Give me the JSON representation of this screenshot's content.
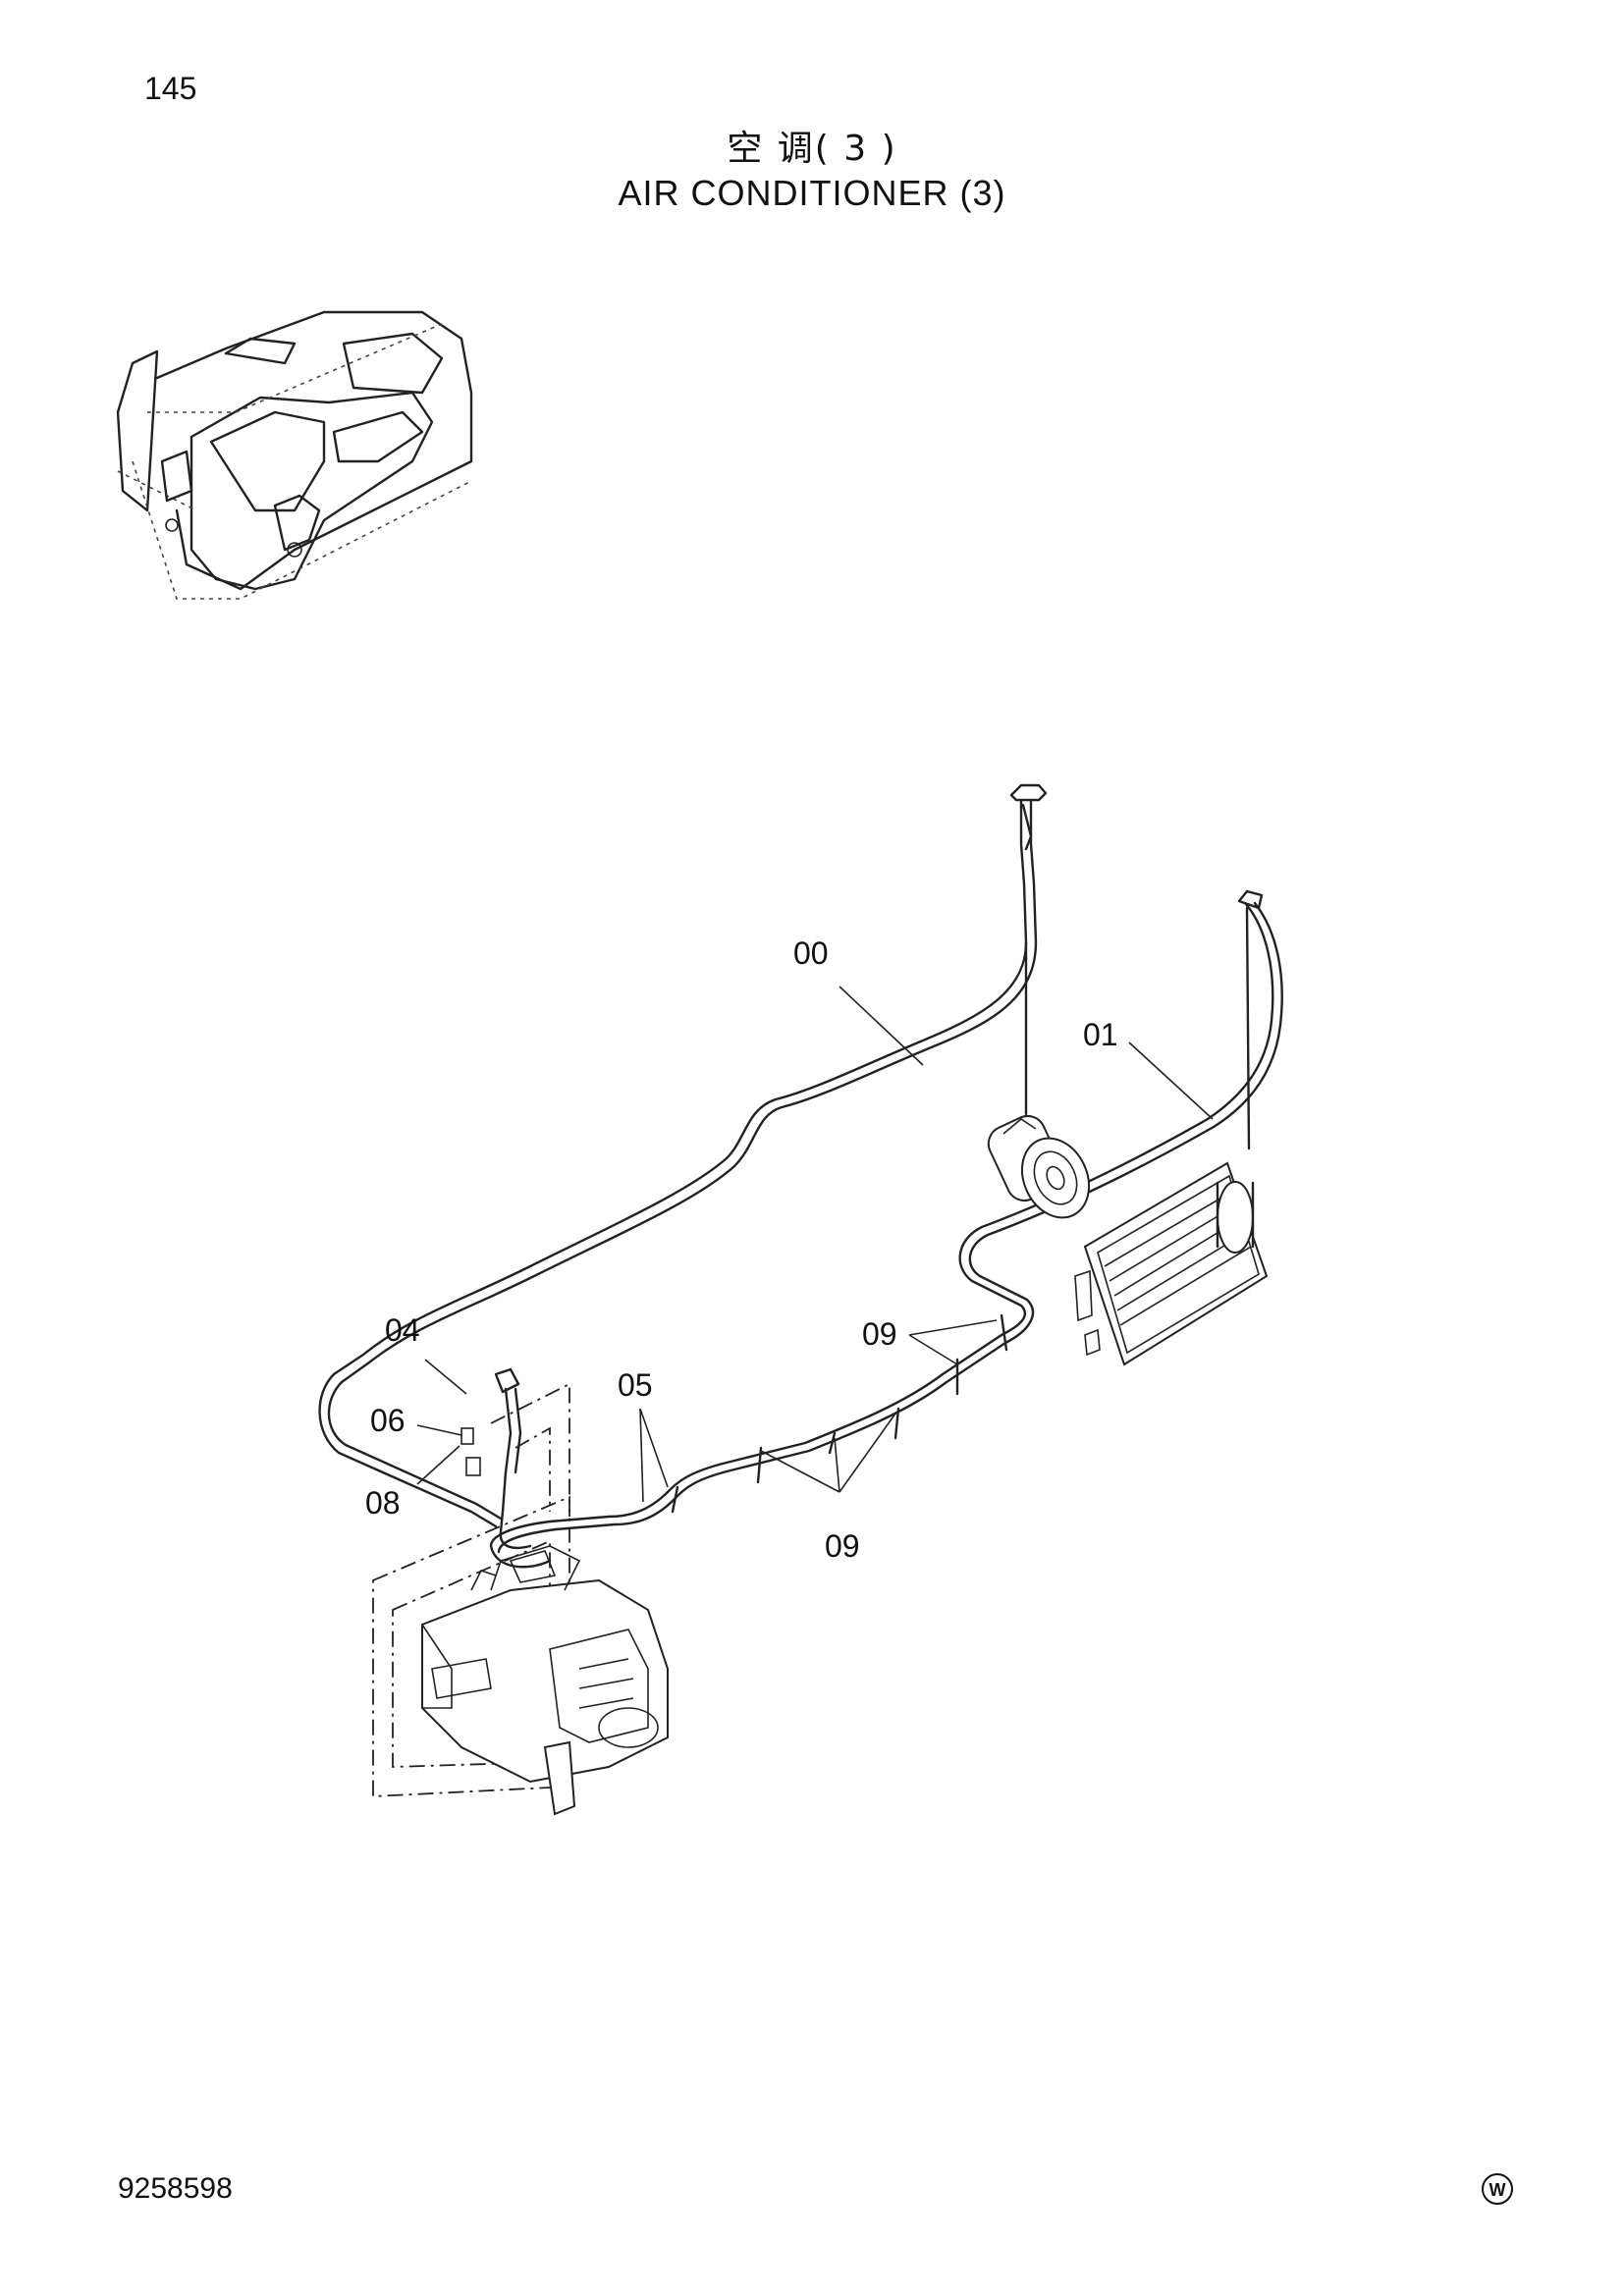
{
  "page_number": "145",
  "title_cn": "空 调( 3 )",
  "title_en": "AIR CONDITIONER (3)",
  "document_number": "9258598",
  "logo_icon": "circle-w-logo",
  "logo_text": "W",
  "callouts": {
    "c00": "00",
    "c01": "01",
    "c04": "04",
    "c05": "05",
    "c06": "06",
    "c08": "08",
    "c09_top": "09",
    "c09_bottom": "09"
  }
}
